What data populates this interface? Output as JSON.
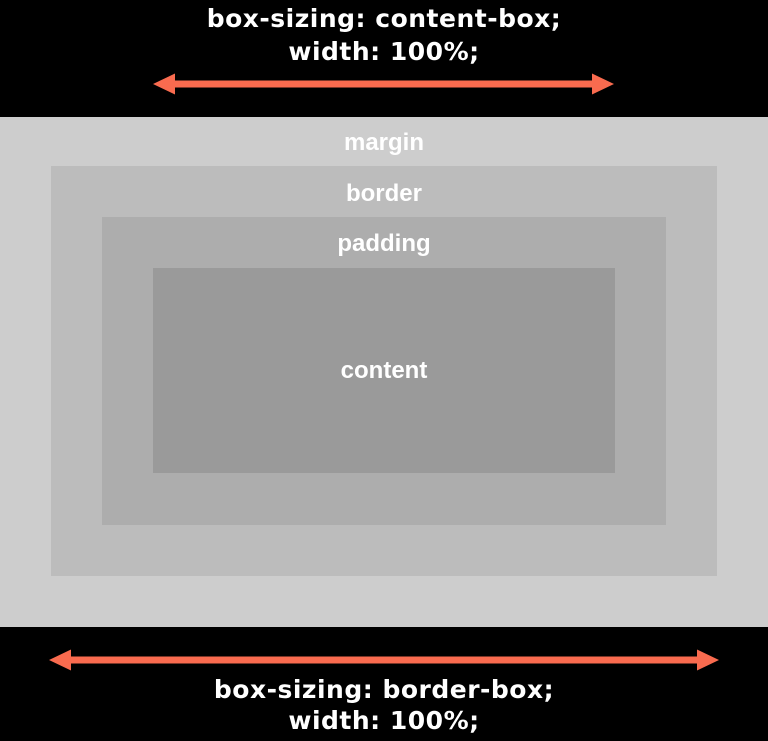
{
  "top_caption": {
    "line1": "box-sizing: content-box;",
    "line2": "width: 100%;"
  },
  "bottom_caption": {
    "line1": "box-sizing: border-box;",
    "line2": "width: 100%;"
  },
  "boxes": {
    "margin": {
      "label": "margin",
      "color": "#cdcdcd"
    },
    "border": {
      "label": "border",
      "color": "#bcbcbc"
    },
    "padding": {
      "label": "padding",
      "color": "#adadad"
    },
    "content": {
      "label": "content",
      "color": "#9a9a9a"
    }
  },
  "colors": {
    "background": "#000000",
    "arrow": "#f96b4f",
    "label_text": "#ffffff"
  }
}
